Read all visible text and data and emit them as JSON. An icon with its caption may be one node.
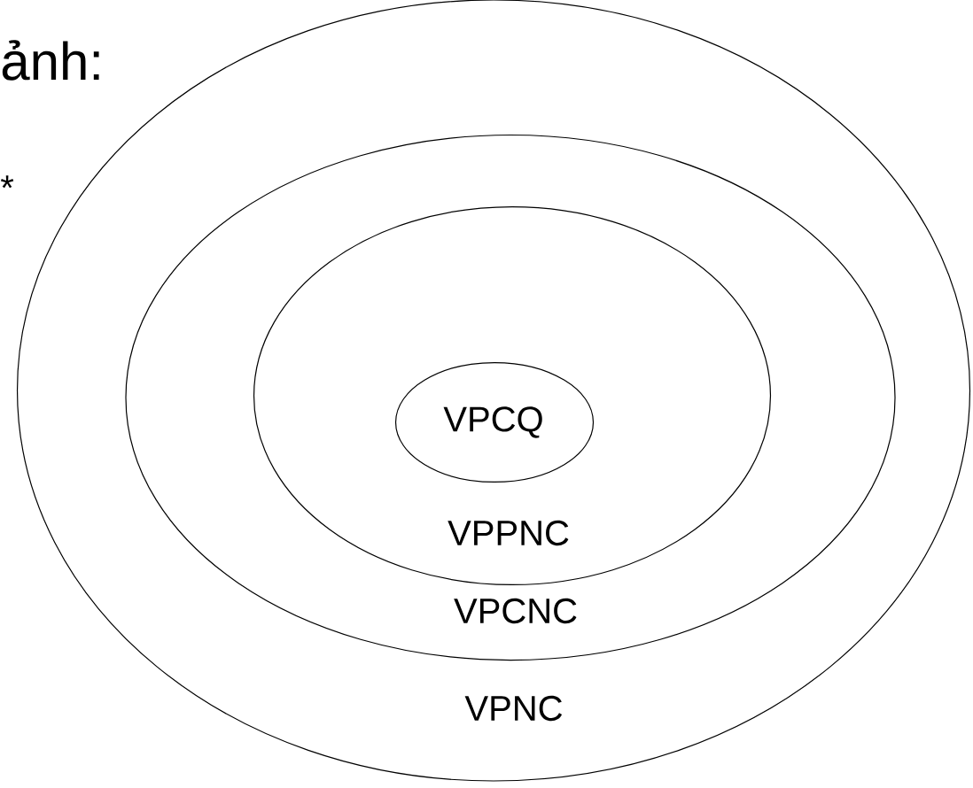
{
  "diagram": {
    "nodes": [
      {
        "text": [
          "VPNC"
        ]
      },
      {
        "text": [
          "VPCNC"
        ],
        "in": 0
      },
      {
        "text": [
          "VPPNC"
        ],
        "in": 1
      },
      {
        "text": [
          "VPCQ"
        ],
        "in": 2
      }
    ],
    "labels": [
      "ảnh:",
      "*"
    ]
  }
}
